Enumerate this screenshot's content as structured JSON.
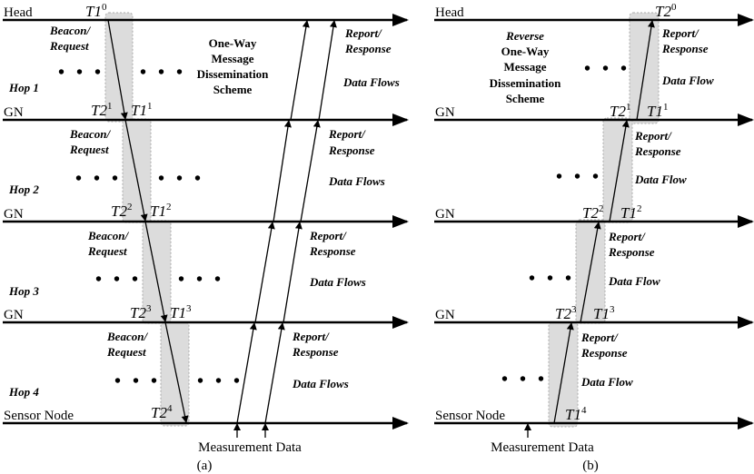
{
  "panel_a": {
    "caption": "(a)",
    "node_labels": [
      "Head",
      "GN",
      "GN",
      "GN",
      "Sensor Node"
    ],
    "hops": [
      "Hop 1",
      "Hop 2",
      "Hop 3",
      "Hop 4"
    ],
    "beacon_line1": "Beacon/",
    "beacon_line2": "Request",
    "report_line1": "Report/",
    "report_line2": "Response",
    "data_flows": "Data Flows",
    "dots": "• • •",
    "scheme": [
      "One-Way",
      "Message",
      "Dissemination",
      "Scheme"
    ],
    "measurement": "Measurement Data",
    "times": [
      {
        "base": "T1",
        "sup": "0"
      },
      {
        "base": "T2",
        "sup": "1"
      },
      {
        "base": "T1",
        "sup": "1"
      },
      {
        "base": "T2",
        "sup": "2"
      },
      {
        "base": "T1",
        "sup": "2"
      },
      {
        "base": "T2",
        "sup": "3"
      },
      {
        "base": "T1",
        "sup": "3"
      },
      {
        "base": "T2",
        "sup": "4"
      }
    ]
  },
  "panel_b": {
    "caption": "(b)",
    "node_labels": [
      "Head",
      "GN",
      "GN",
      "GN",
      "Sensor Node"
    ],
    "report_line1": "Report/",
    "report_line2": "Response",
    "data_flow": "Data Flow",
    "dots": "• • •",
    "scheme": [
      "Reverse",
      "One-Way",
      "Message",
      "Dissemination",
      "Scheme"
    ],
    "measurement": "Measurement Data",
    "times": [
      {
        "base": "T2",
        "sup": "0"
      },
      {
        "base": "T2",
        "sup": "1"
      },
      {
        "base": "T1",
        "sup": "1"
      },
      {
        "base": "T2",
        "sup": "2"
      },
      {
        "base": "T1",
        "sup": "2"
      },
      {
        "base": "T2",
        "sup": "3"
      },
      {
        "base": "T1",
        "sup": "3"
      },
      {
        "base": "T1",
        "sup": "4"
      }
    ]
  }
}
